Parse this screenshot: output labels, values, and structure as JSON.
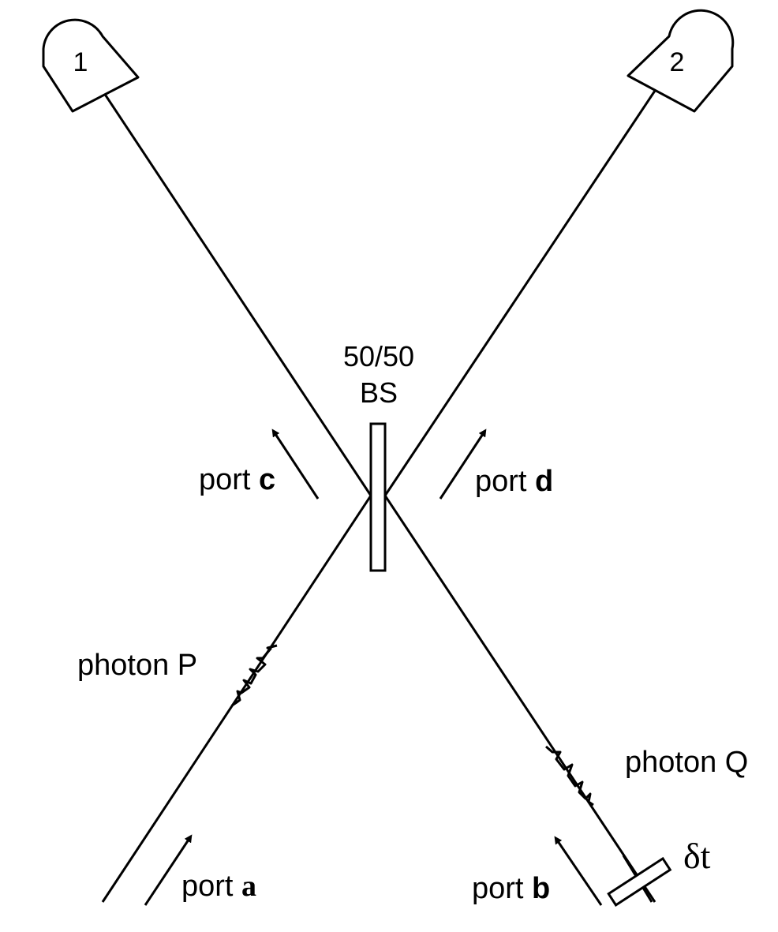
{
  "detectors": {
    "left_label": "1",
    "right_label": "2"
  },
  "beam_splitter": {
    "line1": "50/50",
    "line2": "BS"
  },
  "ports": {
    "a": {
      "prefix": "port ",
      "letter": "a"
    },
    "b": {
      "prefix": "port ",
      "letter": "b"
    },
    "c": {
      "prefix": "port ",
      "letter": "c"
    },
    "d": {
      "prefix": "port ",
      "letter": "d"
    }
  },
  "photons": {
    "p": "photon P",
    "q": "photon Q"
  },
  "delay": {
    "label": "δt"
  },
  "colors": {
    "line": "#000000",
    "background": "#ffffff"
  }
}
